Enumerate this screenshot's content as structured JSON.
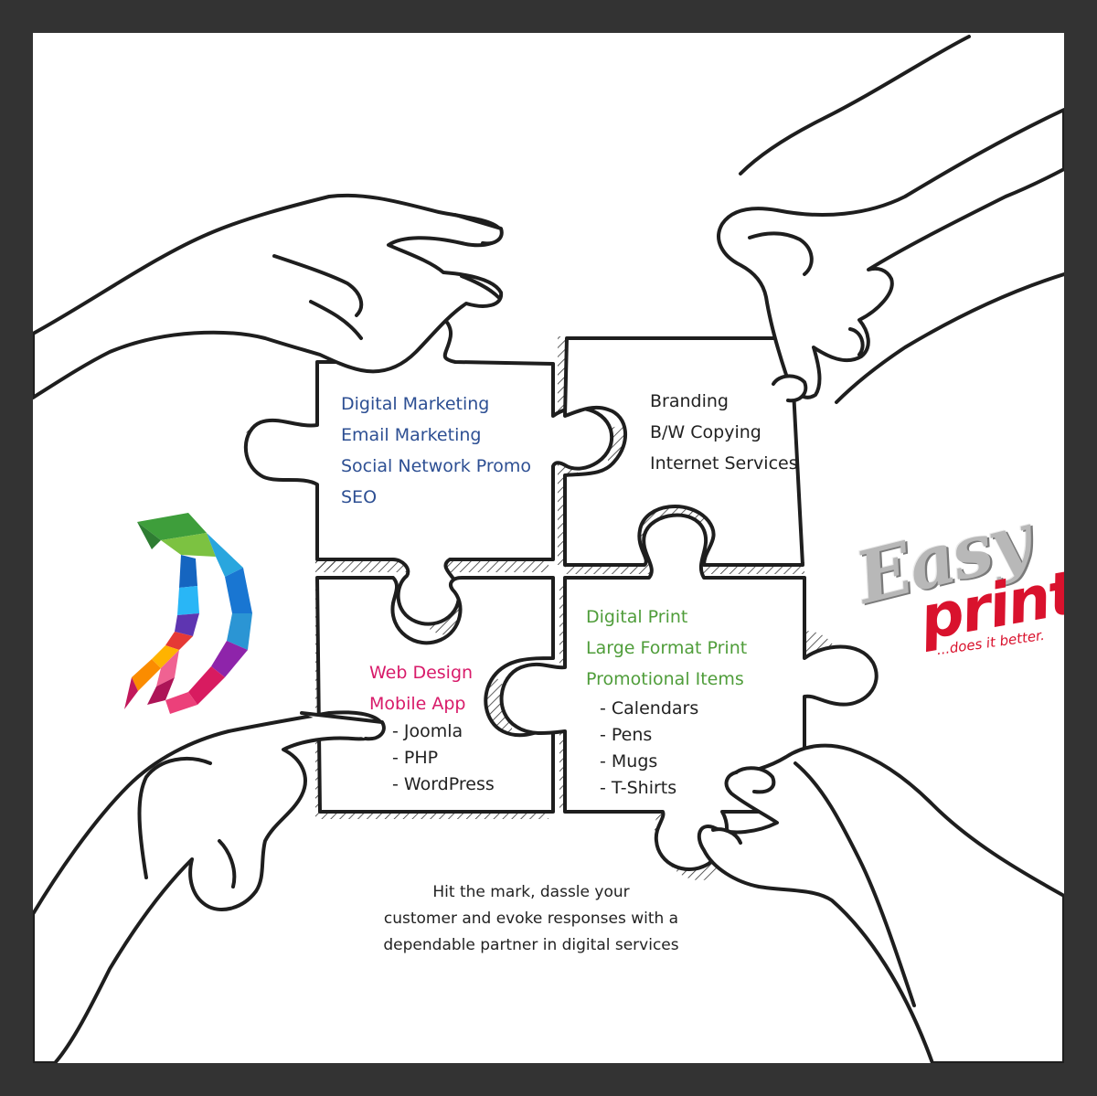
{
  "top_left_piece": {
    "lines": [
      "Digital Marketing",
      "Email Marketing",
      "Social Network Promo",
      "SEO"
    ]
  },
  "top_right_piece": {
    "lines": [
      "Branding",
      "B/W Copying",
      "Internet Services"
    ]
  },
  "bottom_left_piece": {
    "lines": [
      "Web Design",
      "Mobile App"
    ],
    "sub_items": [
      "- Joomla",
      "- PHP",
      "- WordPress"
    ]
  },
  "bottom_right_piece": {
    "lines": [
      "Digital Print",
      "Large Format Print",
      "Promotional Items"
    ],
    "sub_items": [
      "- Calendars",
      "- Pens",
      "- Mugs",
      "- T-Shirts"
    ]
  },
  "tagline": {
    "lines": [
      "Hit the mark, dassle your",
      "customer and evoke responses with a",
      "dependable partner in digital services"
    ]
  },
  "easy_print_logo": {
    "word_easy": "Easy",
    "word_print": "print",
    "slogan": "...does it better."
  },
  "colors": {
    "frame": "#333333",
    "blue_text": "#2d4f93",
    "pink_text": "#d81b6a",
    "green_text": "#4f9d3a",
    "logo_red": "#d9122d"
  }
}
